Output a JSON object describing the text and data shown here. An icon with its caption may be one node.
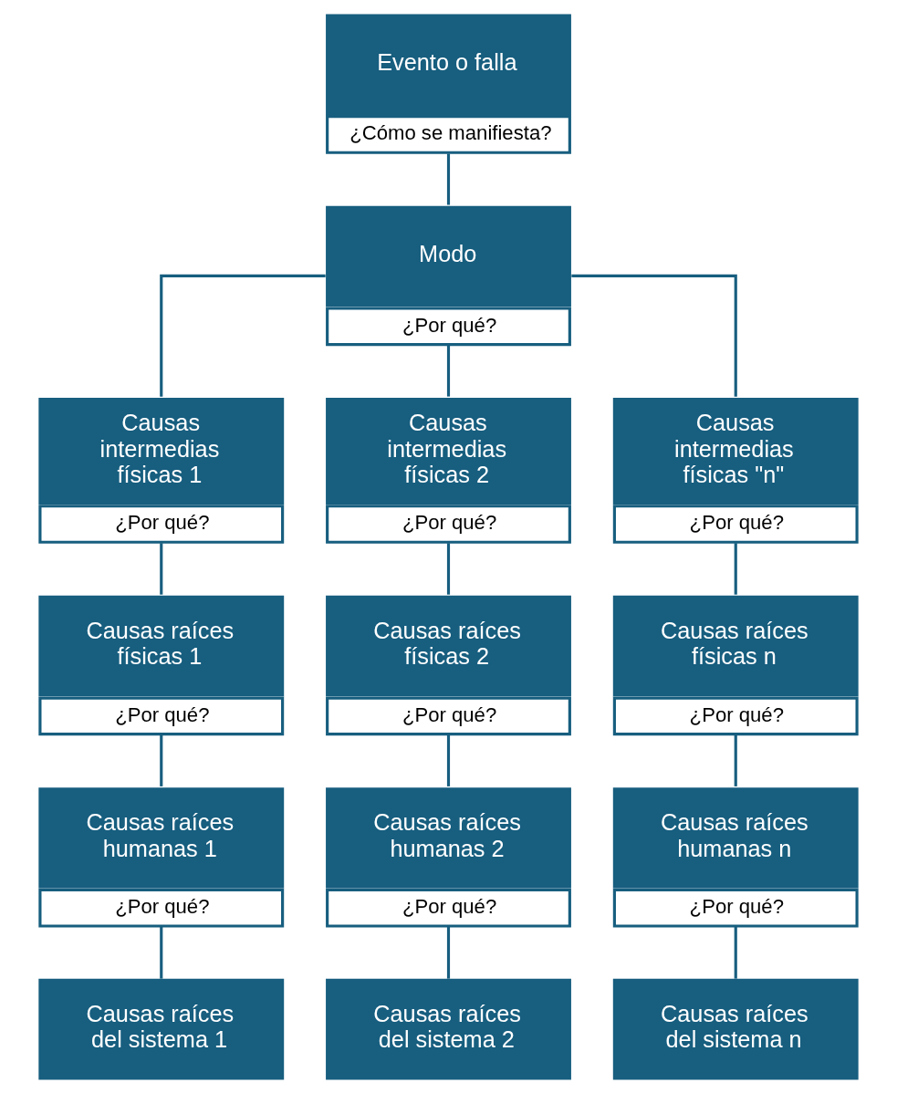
{
  "diagram": {
    "nodes": [
      {
        "text": [
          "Evento o falla",
          "¿Cómo se manifiesta?"
        ]
      },
      {
        "text": [
          "Modo",
          "¿Por qué?"
        ]
      },
      {
        "text": [
          "Causas intermedias físicas 1",
          "¿Por qué?"
        ]
      },
      {
        "text": [
          "Causas intermedias físicas 2",
          "¿Por qué?"
        ]
      },
      {
        "text": [
          "Causas intermedias físicas \"n\"",
          "¿Por qué?"
        ]
      },
      {
        "text": [
          "Causas raíces físicas 1",
          "¿Por qué?"
        ]
      },
      {
        "text": [
          "Causas raíces físicas 2",
          "¿Por qué?"
        ]
      },
      {
        "text": [
          "Causas raíces físicas n",
          "¿Por qué?"
        ]
      },
      {
        "text": [
          "Causas raíces humanas 1",
          "¿Por qué?"
        ]
      },
      {
        "text": [
          "Causas raíces humanas 2",
          "¿Por qué?"
        ]
      },
      {
        "text": [
          "Causas raíces humanas n",
          "¿Por qué?"
        ]
      },
      {
        "text": [
          "Causas raíces del sistema 1"
        ]
      },
      {
        "text": [
          "Causas raíces del sistema 2"
        ]
      },
      {
        "text": [
          "Causas raíces del sistema n"
        ]
      }
    ],
    "edges": [
      {
        "from": 0,
        "to": 1,
        "arrow": "none"
      },
      {
        "from": 1,
        "to": 2,
        "arrow": "none"
      },
      {
        "from": 1,
        "to": 3,
        "arrow": "none"
      },
      {
        "from": 1,
        "to": 4,
        "arrow": "none"
      },
      {
        "from": 2,
        "to": 5,
        "arrow": "none"
      },
      {
        "from": 3,
        "to": 6,
        "arrow": "none"
      },
      {
        "from": 4,
        "to": 7,
        "arrow": "none"
      },
      {
        "from": 5,
        "to": 8,
        "arrow": "none"
      },
      {
        "from": 6,
        "to": 9,
        "arrow": "none"
      },
      {
        "from": 7,
        "to": 10,
        "arrow": "none"
      },
      {
        "from": 8,
        "to": 11,
        "arrow": "none"
      },
      {
        "from": 9,
        "to": 12,
        "arrow": "none"
      },
      {
        "from": 10,
        "to": 13,
        "arrow": "none"
      }
    ]
  }
}
